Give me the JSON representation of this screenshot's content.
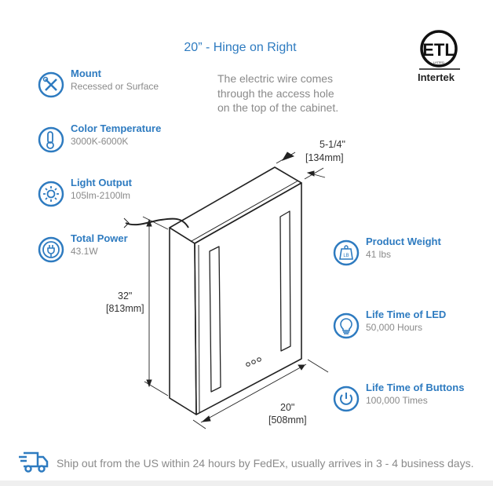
{
  "title": "20” - Hinge on Right",
  "note": {
    "line1": "The electric wire comes",
    "line2": "through the access hole",
    "line3": "on the top of the cabinet."
  },
  "certification": {
    "logo": "ETL Listed",
    "brand": "Intertek"
  },
  "features_left": [
    {
      "icon": "tools-icon",
      "title": "Mount",
      "value": "Recessed or Surface"
    },
    {
      "icon": "thermometer-icon",
      "title": "Color Temperature",
      "value": "3000K-6000K"
    },
    {
      "icon": "sun-icon",
      "title": "Light Output",
      "value": "105lm-2100lm"
    },
    {
      "icon": "plug-icon",
      "title": "Total Power",
      "value": "43.1W"
    }
  ],
  "features_right": [
    {
      "icon": "weight-icon",
      "title": "Product Weight",
      "value": "41 lbs"
    },
    {
      "icon": "lightbulb-icon",
      "title": "Life Time of LED",
      "value": "50,000 Hours"
    },
    {
      "icon": "power-icon",
      "title": "Life Time of Buttons",
      "value": "100,000 Times"
    }
  ],
  "dimensions": {
    "depth_in": "5-1/4\"",
    "depth_mm": "[134mm]",
    "height_in": "32\"",
    "height_mm": "[813mm]",
    "width_in": "20\"",
    "width_mm": "[508mm]"
  },
  "shipping": {
    "icon": "truck-icon",
    "text": "Ship out from the US within 24 hours by FedEx, usually arrives in 3 - 4 business days."
  },
  "colors": {
    "accent": "#2e7bc0",
    "text_gray": "#8a8a8a",
    "line": "#222222"
  }
}
